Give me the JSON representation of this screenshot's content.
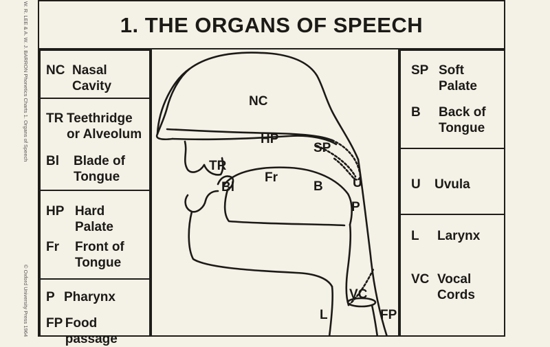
{
  "title": "1. THE ORGANS OF SPEECH",
  "side_credit": {
    "authors": "W. R. LEE & A. W. J. BARRON  Phonetics Charts  1. Organs of Speech",
    "publisher": "© Oxford University Press 1964"
  },
  "left_legend": [
    {
      "abbr": "NC",
      "lines": [
        "Nasal",
        "Cavity"
      ]
    },
    {
      "abbr": "TR",
      "lines": [
        "Teethridge",
        "or Alveolum"
      ]
    },
    {
      "abbr": "Bl",
      "lines": [
        "Blade of",
        "Tongue"
      ]
    },
    {
      "abbr": "HP",
      "lines": [
        "Hard",
        "Palate"
      ]
    },
    {
      "abbr": "Fr",
      "lines": [
        "Front of",
        "Tongue"
      ]
    },
    {
      "abbr": "P",
      "lines": [
        "Pharynx"
      ]
    },
    {
      "abbr": "FP",
      "lines": [
        "Food passage"
      ]
    }
  ],
  "right_legend": [
    {
      "abbr": "SP",
      "lines": [
        "Soft",
        "Palate"
      ]
    },
    {
      "abbr": "B",
      "lines": [
        "Back of",
        "Tongue"
      ]
    },
    {
      "abbr": "U",
      "lines": [
        "Uvula"
      ]
    },
    {
      "abbr": "L",
      "lines": [
        "Larynx"
      ]
    },
    {
      "abbr": "VC",
      "lines": [
        "Vocal",
        "Cords"
      ]
    }
  ],
  "diagram_labels": {
    "nc": "NC",
    "hp": "HP",
    "sp": "SP",
    "tr": "TR",
    "fr": "Fr",
    "bl": "Bl",
    "b": "B",
    "u": "U",
    "p": "P",
    "vc": "VC",
    "l": "L",
    "fp": "FP"
  },
  "colors": {
    "ink": "#1c1a17",
    "paper": "#f4f1e6"
  }
}
